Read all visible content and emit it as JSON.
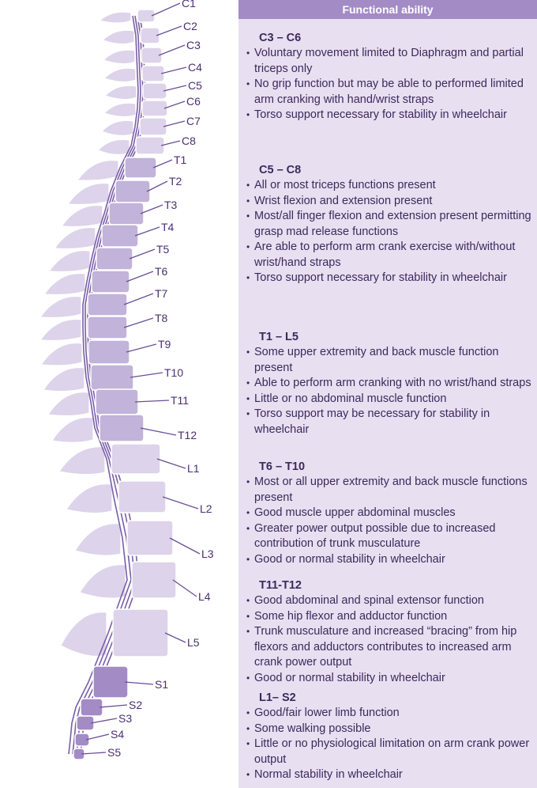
{
  "panel": {
    "title": "Functional ability",
    "sections": [
      {
        "title": "C3 – C6",
        "items": [
          "Voluntary movement limited to Diaphragm and partial triceps only",
          "No grip function but may be able to performed limited arm cranking with hand/wrist straps",
          "Torso support necessary for stability in wheelchair"
        ]
      },
      {
        "title": "C5 – C8",
        "items": [
          "All or most triceps functions present",
          "Wrist flexion and extension present",
          "Most/all finger flexion and extension present permitting grasp mad release functions",
          "Are able to perform arm crank exercise with/without wrist/hand straps",
          "Torso support necessary for stability in wheelchair"
        ]
      },
      {
        "title": "T1 – L5",
        "items": [
          "Some upper extremity and back muscle function present",
          "Able to perform arm cranking with no wrist/hand straps",
          "Little or no abdominal muscle function",
          "Torso support may be necessary for stability in wheelchair"
        ]
      },
      {
        "title": "T6 – T10",
        "items": [
          "Most or all upper extremity and back muscle functions present",
          "Good muscle upper abdominal muscles",
          "Greater power output possible due to increased contribution of trunk musculature",
          "Good or normal stability in wheelchair"
        ]
      },
      {
        "title": "T11-T12",
        "items": [
          "Good abdominal and spinal extensor function",
          "Some hip flexor and adductor function",
          "Trunk musculature and increased “bracing” from hip flexors and adductors contributes to increased arm crank power output",
          "Good or normal stability in wheelchair"
        ]
      },
      {
        "title": "L1– S2",
        "items": [
          "Good/fair lower limb function",
          "Some walking possible",
          "Little or no physiological limitation on arm crank power output",
          "Normal stability in wheelchair"
        ]
      }
    ]
  },
  "vertebrae": [
    {
      "label": "C1",
      "group": "cervical"
    },
    {
      "label": "C2",
      "group": "cervical"
    },
    {
      "label": "C3",
      "group": "cervical"
    },
    {
      "label": "C4",
      "group": "cervical"
    },
    {
      "label": "C5",
      "group": "cervical"
    },
    {
      "label": "C6",
      "group": "cervical"
    },
    {
      "label": "C7",
      "group": "cervical"
    },
    {
      "label": "C8",
      "group": "cervical"
    },
    {
      "label": "T1",
      "group": "thoracic"
    },
    {
      "label": "T2",
      "group": "thoracic"
    },
    {
      "label": "T3",
      "group": "thoracic"
    },
    {
      "label": "T4",
      "group": "thoracic"
    },
    {
      "label": "T5",
      "group": "thoracic"
    },
    {
      "label": "T6",
      "group": "thoracic"
    },
    {
      "label": "T7",
      "group": "thoracic"
    },
    {
      "label": "T8",
      "group": "thoracic"
    },
    {
      "label": "T9",
      "group": "thoracic"
    },
    {
      "label": "T10",
      "group": "thoracic"
    },
    {
      "label": "T11",
      "group": "thoracic"
    },
    {
      "label": "T12",
      "group": "thoracic"
    },
    {
      "label": "L1",
      "group": "lumbar"
    },
    {
      "label": "L2",
      "group": "lumbar"
    },
    {
      "label": "L3",
      "group": "lumbar"
    },
    {
      "label": "L4",
      "group": "lumbar"
    },
    {
      "label": "L5",
      "group": "lumbar"
    },
    {
      "label": "S1",
      "group": "sacral"
    },
    {
      "label": "S2",
      "group": "sacral"
    },
    {
      "label": "S3",
      "group": "sacral"
    },
    {
      "label": "S4",
      "group": "sacral"
    },
    {
      "label": "S5",
      "group": "sacral"
    }
  ],
  "colors": {
    "light": "#ddd3ea",
    "mid": "#c1b3d9",
    "dark": "#a38bc6",
    "outline": "#6a4f98",
    "cord": "#7a5ea8",
    "text": "#4a2f72"
  }
}
